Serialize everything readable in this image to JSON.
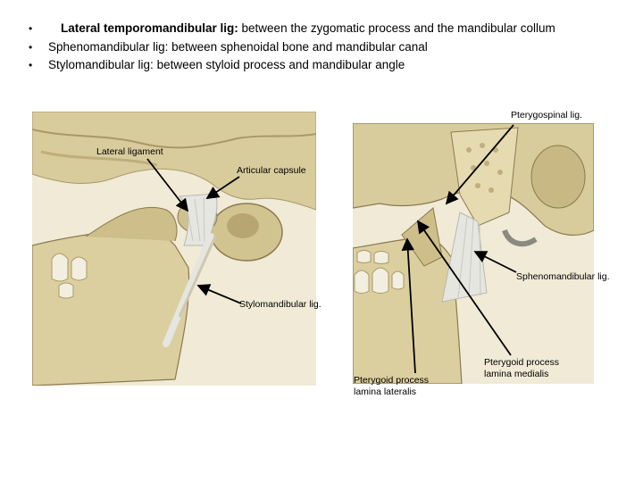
{
  "bullets": [
    {
      "bold": "Lateral temporomandibular lig:",
      "text": " between the zygomatic process and the mandibular collum"
    },
    {
      "bold": "Sphenomandibular lig:",
      "text": " between sphenoidal bone and mandibular canal"
    },
    {
      "bold": "Stylomandibular lig:",
      "text": " between styloid process and mandibular angle"
    }
  ],
  "bullet_glyph": "•",
  "labels": {
    "lateral_ligament": "Lateral ligament",
    "articular_capsule": "Articular capsule",
    "stylomandibular": "Stylomandibular lig.",
    "pterygospinal": "Pterygospinal lig.",
    "sphenomandibular": "Sphenomandibular lig.",
    "pterygoid_lateral_1": "Pterygoid process",
    "pterygoid_lateral_2": "lamina lateralis",
    "pterygoid_medial_1": "Pterygoid process",
    "pterygoid_medial_2": "lamina medialis"
  },
  "colors": {
    "bone": "#d9cc9c",
    "bone_dark": "#a89868",
    "bone_shadow": "#8a7a50",
    "ligament": "#e6e6e0",
    "tooth": "#f3efe0",
    "background": "#f0ead6",
    "arrow": "#000000"
  }
}
